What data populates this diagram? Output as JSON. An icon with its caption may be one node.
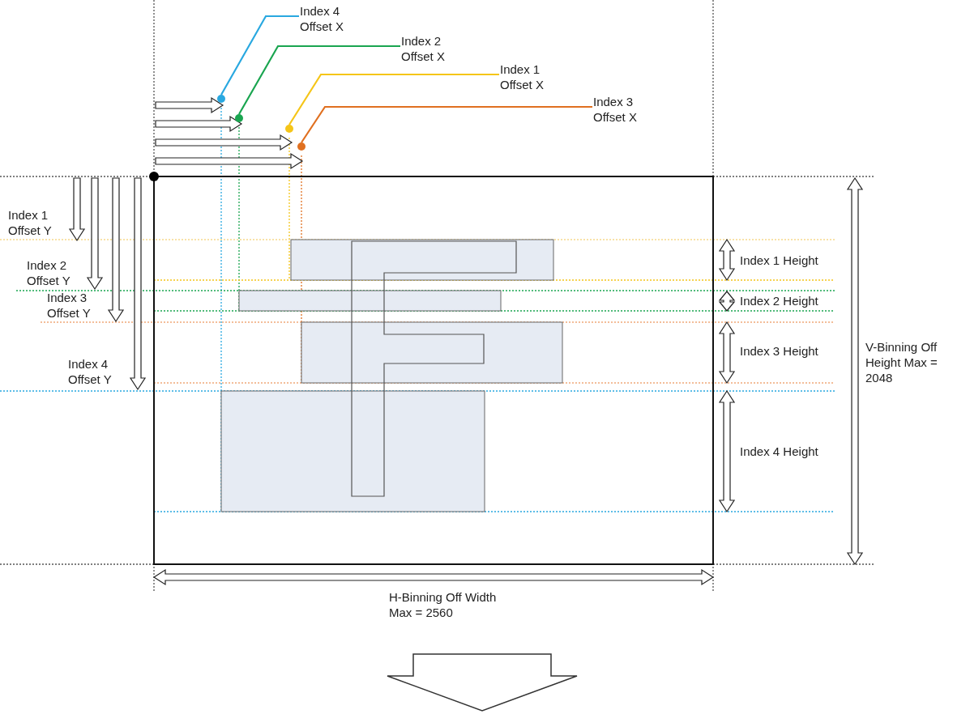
{
  "diagram": {
    "nodes": [
      {
        "text": [
          "Index 4 Offset X"
        ]
      },
      {
        "text": [
          "Index 2 Offset X"
        ]
      },
      {
        "text": [
          "Index 1 Offset X"
        ]
      },
      {
        "text": [
          "Index 3 Offset X"
        ]
      },
      {
        "text": [],
        "shape": "circle"
      },
      {
        "text": [],
        "shape": "circle"
      },
      {
        "text": [],
        "shape": "circle"
      },
      {
        "text": [],
        "shape": "circle"
      }
    ],
    "edges": [
      {
        "from": 0,
        "to": 4,
        "arrow": "none",
        "color": "#29a8e0"
      },
      {
        "from": 1,
        "to": 5,
        "arrow": "none",
        "color": "#1aa550"
      },
      {
        "from": 2,
        "to": 6,
        "arrow": "none",
        "color": "#f5c518"
      },
      {
        "from": 3,
        "to": 7,
        "arrow": "none",
        "color": "#e07020"
      }
    ],
    "labels": [
      "Index 1 Offset Y",
      "Index 2 Offset Y",
      "Index 3 Offset Y",
      "Index 4 Offset Y",
      "Index 1 Height",
      "Index 2 Height",
      "Index 3 Height",
      "Index 4 Height",
      "V-Binning Off Height Max = 2048",
      "H-Binning Off Width Max = 2560"
    ]
  }
}
